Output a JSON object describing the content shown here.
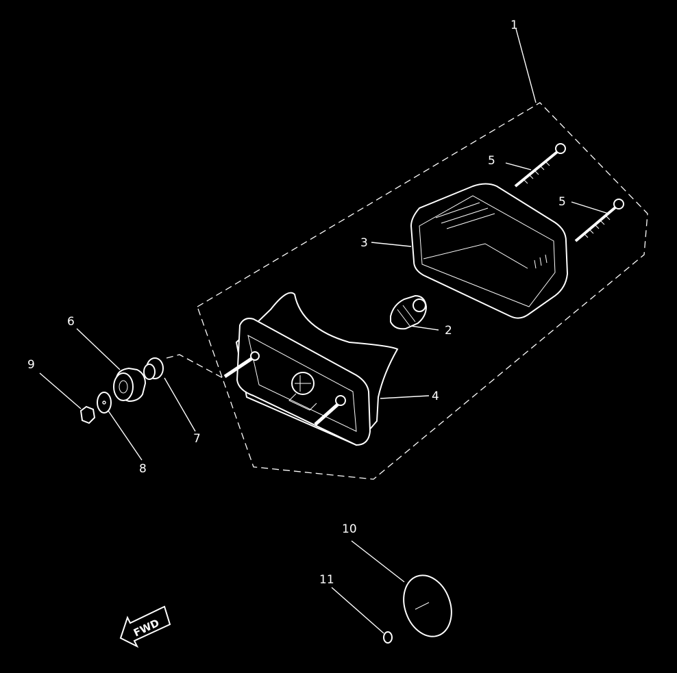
{
  "diagram": {
    "callouts": {
      "c1": "1",
      "c2": "2",
      "c3": "3",
      "c4": "4",
      "c5a": "5",
      "c5b": "5",
      "c6": "6",
      "c7": "7",
      "c8": "8",
      "c9": "9",
      "c10": "10",
      "c11": "11"
    },
    "fwd_label": "FWD"
  },
  "colors": {
    "background": "#000000",
    "line": "#ffffff"
  }
}
